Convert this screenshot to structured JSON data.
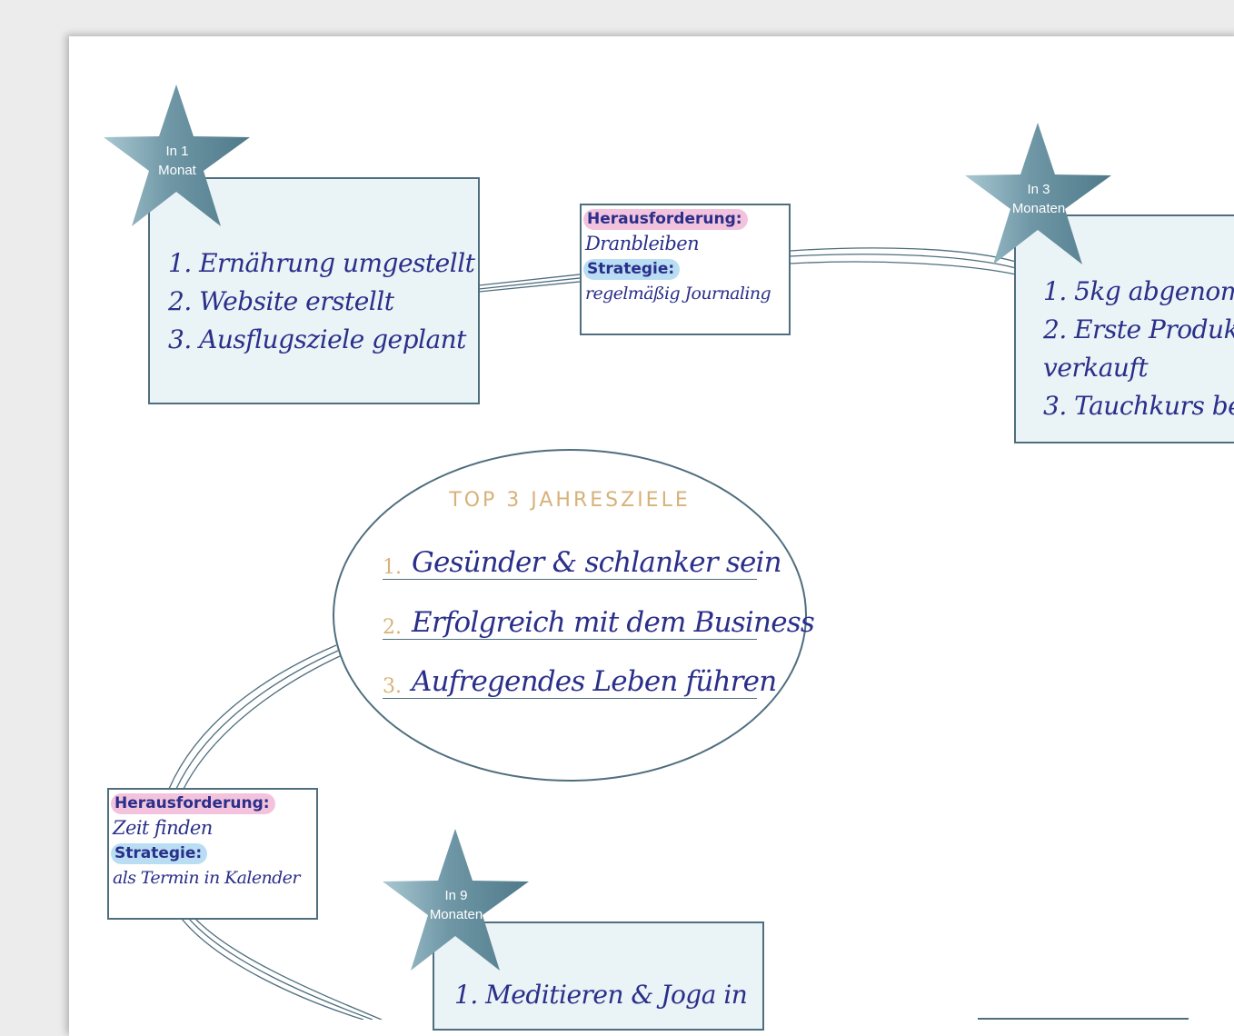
{
  "milestones": {
    "m1": {
      "star_label_line1": "In 1",
      "star_label_line2": "Monat",
      "goals": [
        "1. Ernährung umgestellt",
        "2. Website erstellt",
        "3. Ausflugsziele geplant"
      ]
    },
    "m3": {
      "star_label_line1": "In 3",
      "star_label_line2": "Monaten",
      "goals": [
        "1. 5kg abgenom",
        "2. Erste Produk",
        "verkauft",
        "3. Tauchkurs be"
      ]
    },
    "m9": {
      "star_label_line1": "In 9",
      "star_label_line2": "Monaten",
      "goals": [
        "1. Meditieren & Joga in"
      ]
    }
  },
  "challenges": {
    "c1": {
      "challenge_label": "Herausforderung:",
      "challenge_text": "Dranbleiben",
      "strategy_label": "Strategie:",
      "strategy_text": "regelmäßig Journaling"
    },
    "c2": {
      "challenge_label": "Herausforderung:",
      "challenge_text": "Zeit finden",
      "strategy_label": "Strategie:",
      "strategy_text": "als Termin in Kalender"
    }
  },
  "top_goals": {
    "title": "TOP 3 JAHRESZIELE",
    "items": [
      {
        "num": "1.",
        "text": "Gesünder & schlanker sein"
      },
      {
        "num": "2.",
        "text": "Erfolgreich mit dem Business"
      },
      {
        "num": "3.",
        "text": "Aufregendes Leben führen"
      }
    ]
  },
  "colors": {
    "ink": "#2a2f8a",
    "border": "#4f6e7e",
    "box_fill": "#eaf3f5",
    "gold": "#d7b27a",
    "pill_pink": "#f3c3dd",
    "pill_blue": "#b9def3"
  }
}
